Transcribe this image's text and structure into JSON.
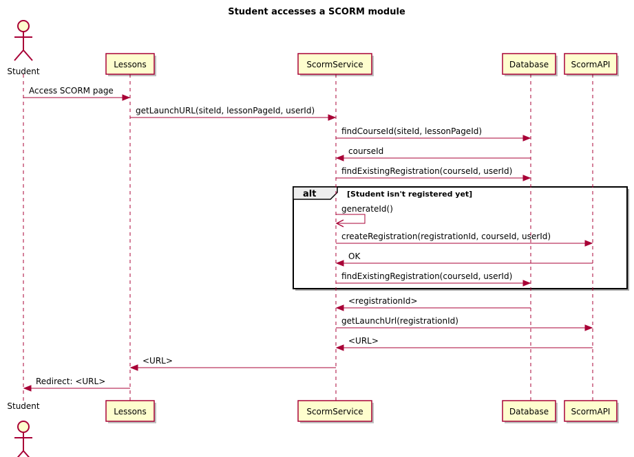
{
  "title": "Student accesses a SCORM module",
  "colors": {
    "arrow": "#A80036",
    "participant_fill": "#FEFECE",
    "participant_border": "#A80036",
    "frame_border": "#000000",
    "frame_tab_fill": "#EEEEEE",
    "text": "#000000"
  },
  "participants": [
    {
      "id": "student",
      "label": "Student",
      "kind": "actor"
    },
    {
      "id": "lessons",
      "label": "Lessons",
      "kind": "box"
    },
    {
      "id": "scorm_service",
      "label": "ScormService",
      "kind": "box"
    },
    {
      "id": "database",
      "label": "Database",
      "kind": "box"
    },
    {
      "id": "scorm_api",
      "label": "ScormAPI",
      "kind": "box"
    }
  ],
  "messages": [
    {
      "from": "student",
      "to": "lessons",
      "label": "Access SCORM page"
    },
    {
      "from": "lessons",
      "to": "scorm_service",
      "label": "getLaunchURL(siteId, lessonPageId, userId)"
    },
    {
      "from": "scorm_service",
      "to": "database",
      "label": "findCourseId(siteId, lessonPageId)"
    },
    {
      "from": "database",
      "to": "scorm_service",
      "label": "courseId"
    },
    {
      "from": "scorm_service",
      "to": "database",
      "label": "findExistingRegistration(courseId, userId)"
    },
    {
      "from": "scorm_service",
      "to": "scorm_service",
      "label": "generateId()"
    },
    {
      "from": "scorm_service",
      "to": "scorm_api",
      "label": "createRegistration(registrationId, courseId, userId)"
    },
    {
      "from": "scorm_api",
      "to": "scorm_service",
      "label": "OK"
    },
    {
      "from": "scorm_service",
      "to": "database",
      "label": "findExistingRegistration(courseId, userId)"
    },
    {
      "from": "database",
      "to": "scorm_service",
      "label": "<registrationId>"
    },
    {
      "from": "scorm_service",
      "to": "scorm_api",
      "label": "getLaunchUrl(registrationId)"
    },
    {
      "from": "scorm_api",
      "to": "scorm_service",
      "label": "<URL>"
    },
    {
      "from": "scorm_service",
      "to": "lessons",
      "label": "<URL>"
    },
    {
      "from": "lessons",
      "to": "student",
      "label": "Redirect: <URL>"
    }
  ],
  "fragment": {
    "keyword": "alt",
    "condition": "[Student isn't registered yet]",
    "first_message": 5,
    "last_message": 8
  }
}
